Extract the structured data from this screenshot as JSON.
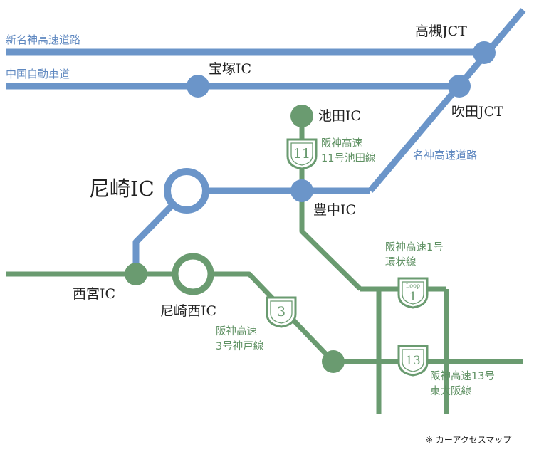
{
  "roads": {
    "shin_meishin": "新名神高速道路",
    "chugoku": "中国自動車道",
    "meishin": "名神高速道路",
    "ikeda_line": [
      "阪神高速",
      "11号池田線"
    ],
    "loop_line": [
      "阪神高速1号",
      "環状線"
    ],
    "kobe_line": [
      "阪神高速",
      "3号神戸線"
    ],
    "higashi_osaka_line": [
      "阪神高速13号",
      "東大阪線"
    ]
  },
  "places": {
    "takatsuki_jct": "高槻JCT",
    "suita_jct": "吹田JCT",
    "takarazuka_ic": "宝塚IC",
    "ikeda_ic": "池田IC",
    "toyonaka_ic": "豊中IC",
    "amagasaki_ic": "尼崎IC",
    "nishinomiya_ic": "西宮IC",
    "amagasaki_nishi_ic": "尼崎西IC"
  },
  "shields": {
    "ikeda": "11",
    "kobe": "3",
    "loop_word": "Loop",
    "loop_num": "1",
    "higashi_osaka": "13"
  },
  "note": "※ カーアクセスマップ",
  "colors": {
    "blue": "#6b95c9",
    "green": "#6a9b70",
    "text": "#222222"
  }
}
